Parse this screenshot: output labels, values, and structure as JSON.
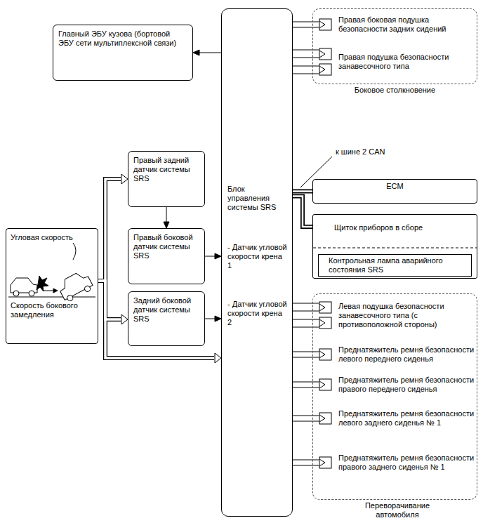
{
  "diagram": {
    "nodes": [
      {
        "text": [
          "Главный ЭБУ кузова (бортовой ЭБУ сети мультиплексной связи)"
        ]
      },
      {
        "text": [
          "Блок управления системы SRS",
          "- Датчик угловой скорости крена 1",
          "- Датчик угловой скорости крена 2"
        ]
      },
      {
        "text": [
          "Боковое столкновение"
        ]
      },
      {
        "text": [
          "Правая боковая подушка безопасности задних сидений"
        ],
        "in": 2
      },
      {
        "text": [
          "Правая подушка безопасности занавесочного типа"
        ],
        "in": 2
      },
      {
        "text": [
          "ECM"
        ]
      },
      {
        "text": [
          "Щиток приборов в сборе"
        ]
      },
      {
        "text": [
          "Контрольная лампа аварийного состояния SRS"
        ],
        "in": 6
      },
      {
        "text": [
          "Угловая скорость",
          "Скорость бокового замедления"
        ]
      },
      {
        "text": [
          "Правый задний датчик системы SRS"
        ]
      },
      {
        "text": [
          "Правый боковой датчик системы SRS"
        ]
      },
      {
        "text": [
          "Задний боковой датчик системы SRS"
        ]
      },
      {
        "text": [
          "Переворачивание автомобиля"
        ]
      },
      {
        "text": [
          "Левая подушка безопасности занавесочного типа (с противоположной стороны)"
        ],
        "in": 12
      },
      {
        "text": [
          "Преднатяжитель ремня безопасности левого переднего сиденья"
        ],
        "in": 12
      },
      {
        "text": [
          "Преднатяжитель ремня безопасности правого переднего сиденья"
        ],
        "in": 12
      },
      {
        "text": [
          "Преднатяжитель ремня безопасности левого заднего сиденья № 1"
        ],
        "in": 12
      },
      {
        "text": [
          "Преднатяжитель ремня безопасности правого заднего сиденья № 1"
        ],
        "in": 12
      }
    ],
    "edges": [
      {
        "from": 1,
        "to": 0,
        "arrow": "to"
      },
      {
        "from": 1,
        "to": 3,
        "arrow": "none"
      },
      {
        "from": 1,
        "to": 4,
        "arrow": "none"
      },
      {
        "from": 1,
        "to": 5,
        "arrow": "none"
      },
      {
        "from": 1,
        "to": 6,
        "arrow": "none"
      },
      {
        "from": 8,
        "to": 9,
        "arrow": "to"
      },
      {
        "from": 8,
        "to": 11,
        "arrow": "to"
      },
      {
        "from": 8,
        "to": 1,
        "arrow": "to"
      },
      {
        "from": 9,
        "to": 10,
        "arrow": "to"
      },
      {
        "from": 10,
        "to": 1,
        "arrow": "to"
      },
      {
        "from": 11,
        "to": 1,
        "arrow": "to"
      },
      {
        "from": 1,
        "to": 13,
        "arrow": "none"
      },
      {
        "from": 1,
        "to": 14,
        "arrow": "none"
      },
      {
        "from": 1,
        "to": 15,
        "arrow": "none"
      },
      {
        "from": 1,
        "to": 16,
        "arrow": "none"
      },
      {
        "from": 1,
        "to": 17,
        "arrow": "none"
      }
    ],
    "labels": [
      "к шине 2 CAN"
    ]
  }
}
